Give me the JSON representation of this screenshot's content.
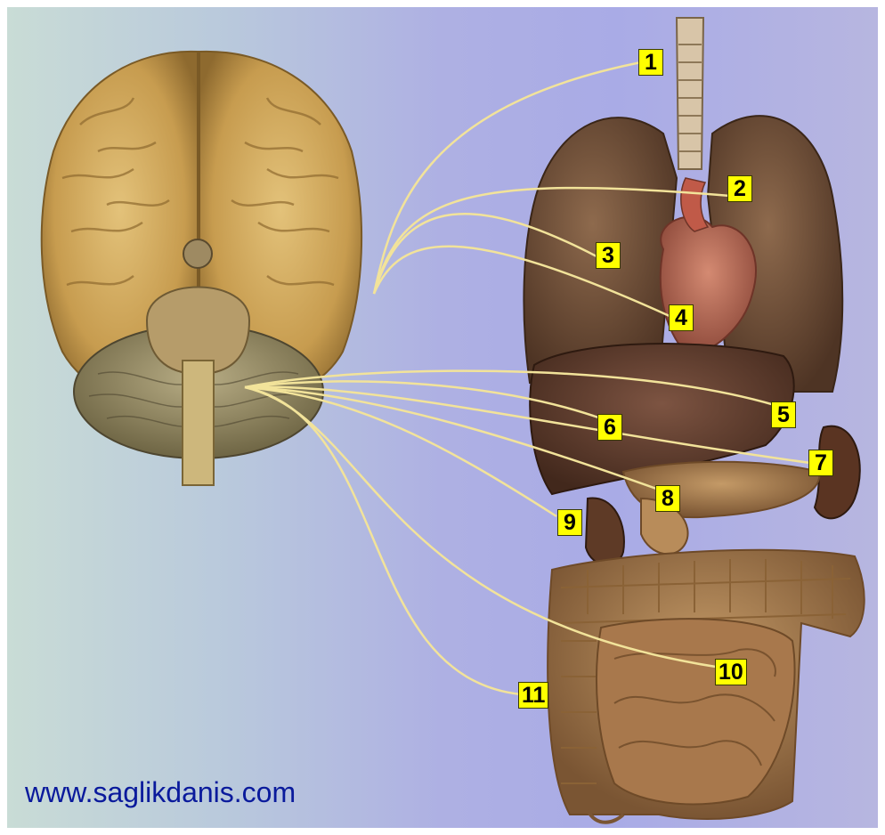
{
  "labels": [
    {
      "id": "l1",
      "text": "1"
    },
    {
      "id": "l2",
      "text": "2"
    },
    {
      "id": "l3",
      "text": "3"
    },
    {
      "id": "l4",
      "text": "4"
    },
    {
      "id": "l5",
      "text": "5"
    },
    {
      "id": "l6",
      "text": "6"
    },
    {
      "id": "l7",
      "text": "7"
    },
    {
      "id": "l8",
      "text": "8"
    },
    {
      "id": "l9",
      "text": "9"
    },
    {
      "id": "l10",
      "text": "10"
    },
    {
      "id": "l11",
      "text": "11"
    }
  ],
  "source_text": "www.saglikdanis.com",
  "colors": {
    "label_bg": "#ffff00",
    "nerve": "#f2e39a",
    "brain": "#c9a457",
    "organs": "#6e4a33",
    "source_text": "#0a1a9c"
  }
}
